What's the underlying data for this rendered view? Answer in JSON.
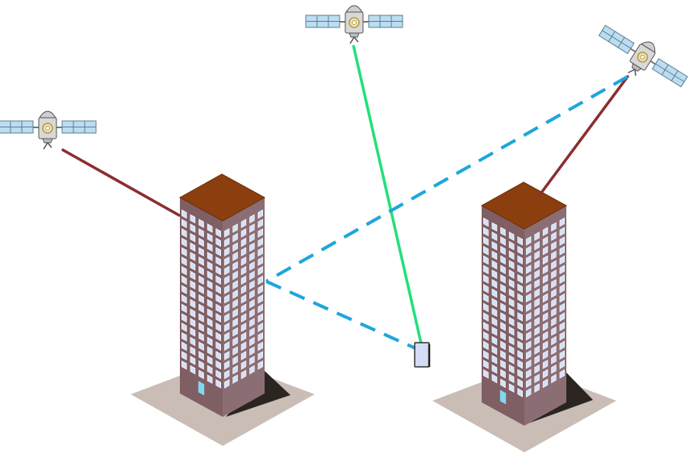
{
  "colors": {
    "background": "#ffffff",
    "ground": "#c9bdb6",
    "shadow": "#2b2522",
    "roof": "#8b3f0f",
    "roof_edge": "#6e2f08",
    "wall_left": "#7f5f63",
    "wall_right": "#8b6e73",
    "window": "#d6e0f8",
    "window_outline": "#ffffff",
    "door": "#7dd8f2",
    "signal_blocked": "#8b2e2e",
    "signal_direct": "#22e07a",
    "signal_multipath": "#1ea6dc",
    "panel": "#bcdcf0",
    "panel_grid": "#5d7f96",
    "satellite_body": "#d8d8d8",
    "satellite_outline": "#555555",
    "receiver": "#d4dcf6"
  },
  "diagram": {
    "buildings": [
      {
        "name": "building-left"
      },
      {
        "name": "building-right"
      }
    ],
    "satellites": [
      {
        "name": "satellite-left",
        "icon": "satellite-icon"
      },
      {
        "name": "satellite-top",
        "icon": "satellite-icon"
      },
      {
        "name": "satellite-right",
        "icon": "satellite-icon"
      }
    ],
    "receiver": {
      "name": "gnss-receiver",
      "icon": "phone-icon"
    },
    "signals": [
      {
        "name": "signal-left-blocked",
        "kind": "blocked"
      },
      {
        "name": "signal-right-blocked",
        "kind": "blocked"
      },
      {
        "name": "signal-direct",
        "kind": "direct"
      },
      {
        "name": "signal-reflected-to-building",
        "kind": "multipath"
      },
      {
        "name": "signal-reflected-to-receiver",
        "kind": "multipath"
      }
    ]
  }
}
